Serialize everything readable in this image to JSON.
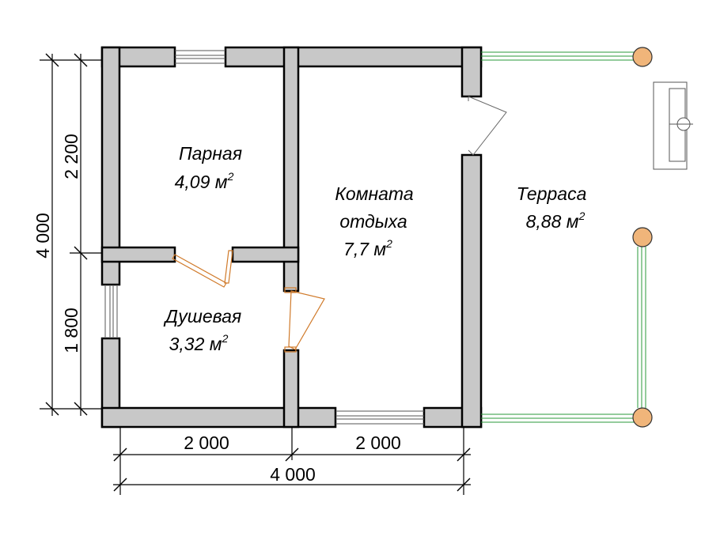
{
  "rooms": {
    "steam": {
      "name": "Парная",
      "area": "4,09 м",
      "sup": "2"
    },
    "shower": {
      "name": "Душевая",
      "area": "3,32 м",
      "sup": "2"
    },
    "rest": {
      "name1": "Комната",
      "name2": "отдыха",
      "area": "7,7 м",
      "sup": "2"
    },
    "terrace": {
      "name": "Терраса",
      "area": "8,88 м",
      "sup": "2"
    }
  },
  "dimensions": {
    "left_total": "4 000",
    "left_top": "2 200",
    "left_bottom": "1 800",
    "bottom_left": "2 000",
    "bottom_right": "2 000",
    "bottom_total": "4 000"
  },
  "colors": {
    "wall": "#c8c8c8",
    "railing": "#2a9a3a",
    "post": "#f0b57a",
    "door": "#d07a2a"
  }
}
